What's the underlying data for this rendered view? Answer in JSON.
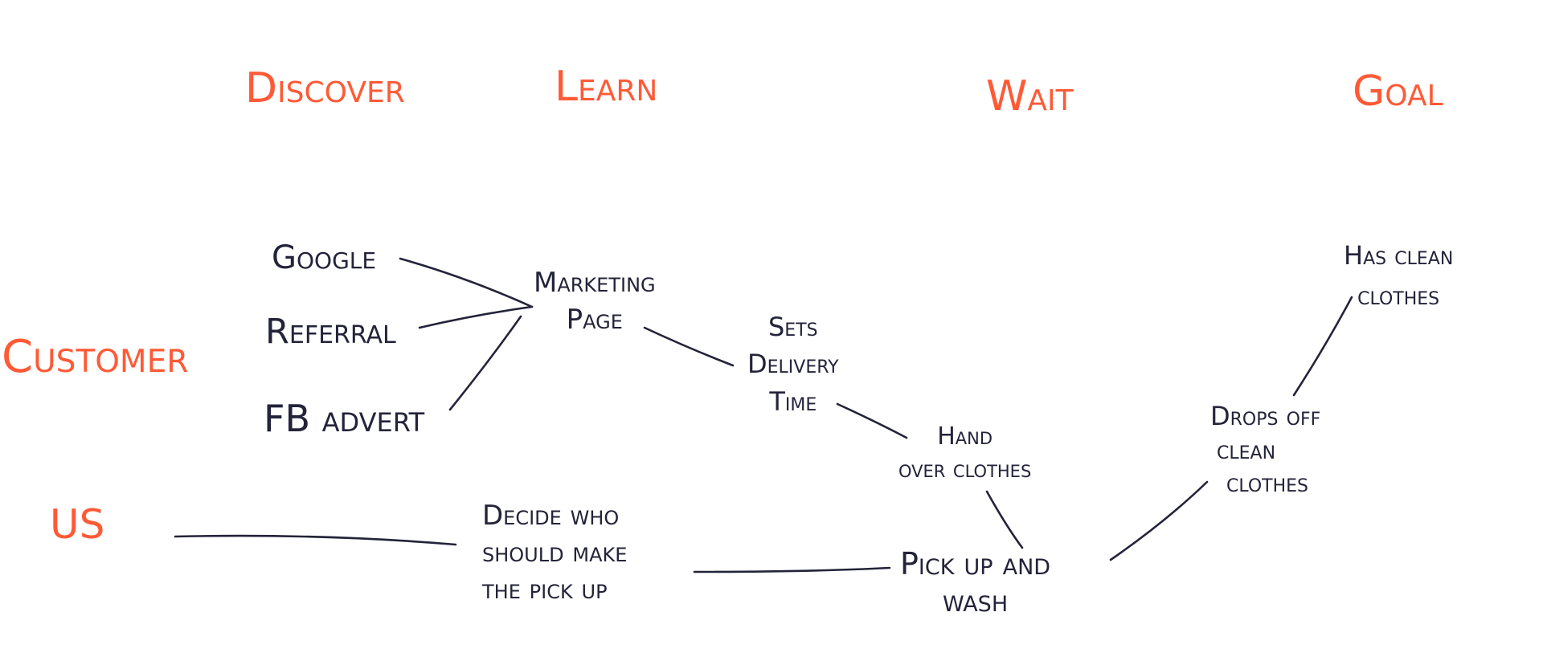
{
  "colors": {
    "heading": "#ff5a36",
    "ink": "#23233a"
  },
  "stages": {
    "discover": "Discover",
    "learn": "Learn",
    "wait": "Wait",
    "goal": "Goal"
  },
  "lanes": {
    "customer": "Customer",
    "us": "US"
  },
  "nodes": {
    "google": "Google",
    "referral": "Referral",
    "fb_advert": "FB advert",
    "marketing_page_1": "Marketing",
    "marketing_page_2": "Page",
    "delivery_1": "Sets",
    "delivery_2": "Delivery",
    "delivery_3": "Time",
    "hand_over_1": "Hand",
    "hand_over_2": "over clothes",
    "pick_up_1": "Pick up and",
    "pick_up_2": "wash",
    "decide_1": "Decide who",
    "decide_2": "should make",
    "decide_3": "the pick up",
    "drops_off_1": "Drops off",
    "drops_off_2": "clean",
    "drops_off_3": "clothes",
    "has_clean_1": "Has clean",
    "has_clean_2": "clothes"
  }
}
